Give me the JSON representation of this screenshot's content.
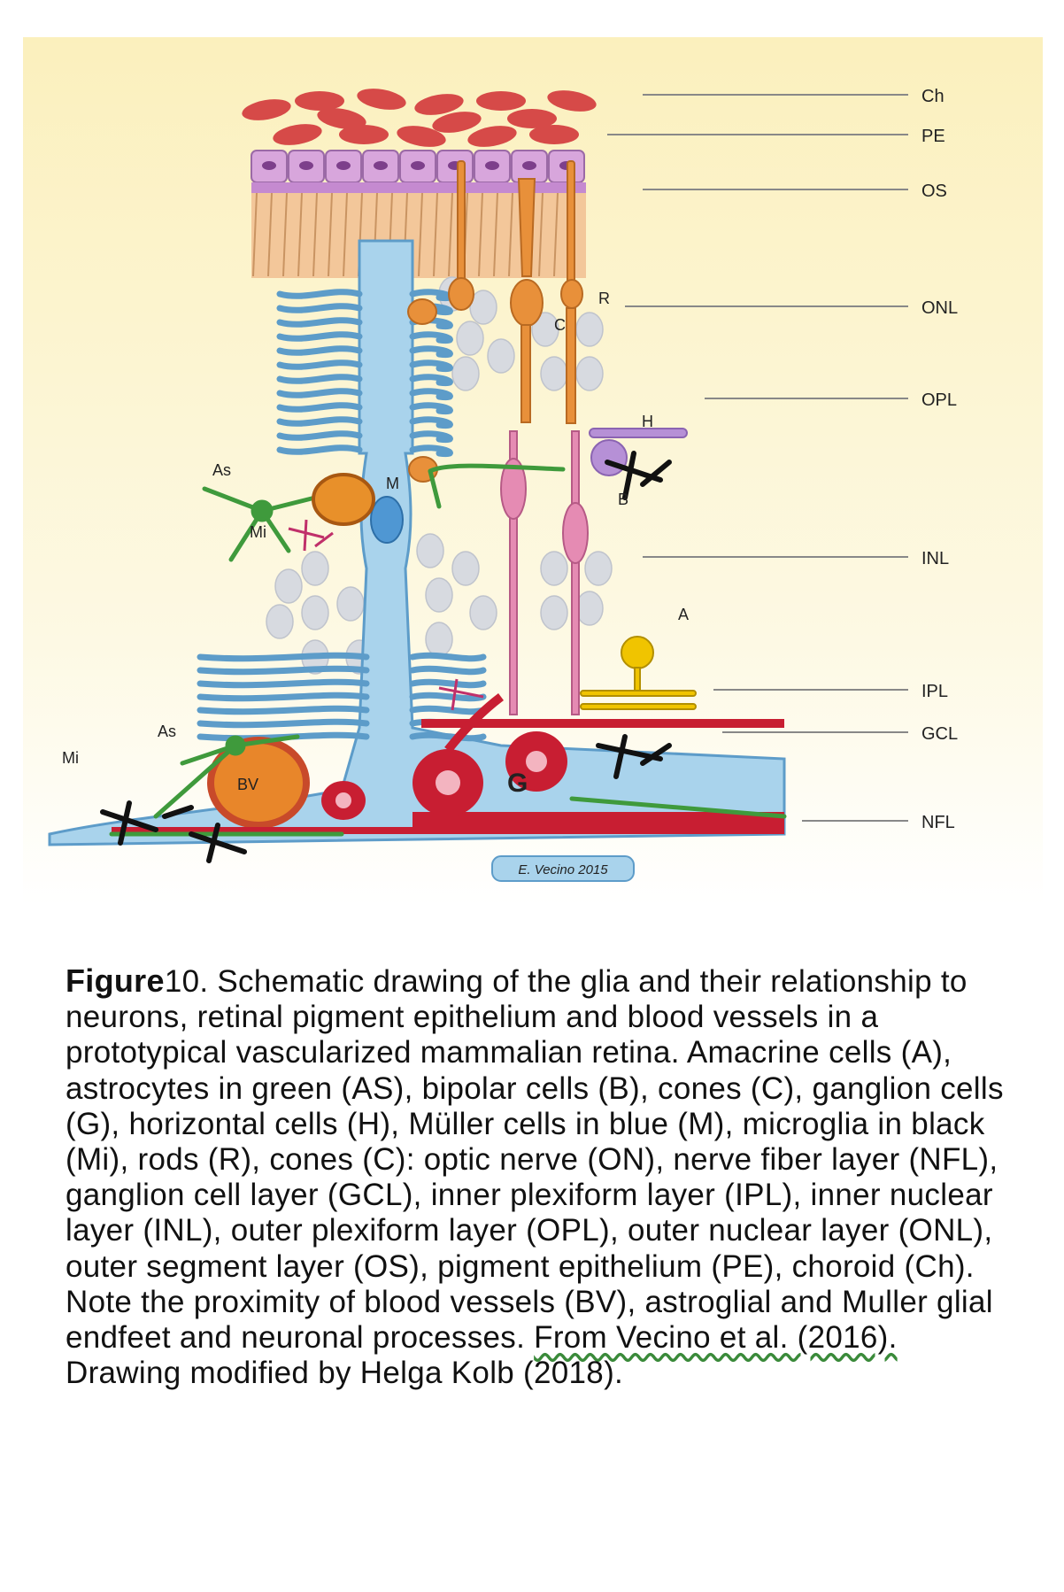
{
  "layer_labels": [
    {
      "id": "ch",
      "text": "Ch"
    },
    {
      "id": "pe",
      "text": "PE"
    },
    {
      "id": "os",
      "text": "OS"
    },
    {
      "id": "onl",
      "text": "ONL"
    },
    {
      "id": "opl",
      "text": "OPL"
    },
    {
      "id": "inl",
      "text": "INL"
    },
    {
      "id": "ipl",
      "text": "IPL"
    },
    {
      "id": "gcl",
      "text": "GCL"
    },
    {
      "id": "nfl",
      "text": "NFL"
    }
  ],
  "cell_labels": {
    "r": "R",
    "c": "C",
    "h": "H",
    "as_top": "As",
    "mi_top": "Mi",
    "m": "M",
    "b": "B",
    "a": "A",
    "as_bottom": "As",
    "mi_bottom": "Mi",
    "bv": "BV",
    "g": "G"
  },
  "signature": "E. Vecino 2015",
  "caption": {
    "label": "Figure",
    "number": "10.",
    "text": " Schematic drawing of the glia and their relationship to neurons, retinal pigment epithelium and blood vessels in a prototypical vascularized mammalian retina. Amacrine cells (A), astrocytes in green (AS), bipolar cells (B), cones (C), ganglion cells (G), horizontal cells (H), Müller cells in blue (M), microglia in black (Mi), rods (R), cones (C): optic nerve (ON), nerve fiber layer (NFL), ganglion cell layer (GCL), inner plexiform layer (IPL), inner nuclear layer (INL), outer plexiform layer (OPL), outer nuclear layer (ONL), outer segment layer (OS), pigment epithelium (PE), choroid (Ch). Note the proximity of blood vessels (BV), astroglial and Muller glial endfeet and neuronal processes. ",
    "source": "From Vecino et al. (2016).",
    "tail": " Drawing modified by Helga Kolb (2018)."
  },
  "colors": {
    "background_top": "#fbf3c6",
    "muller": "#a9d3ec",
    "muller_stroke": "#5d9cc9",
    "choroid": "#d64a48",
    "pigment_epithelium": "#d8a6dc",
    "outer_segments": "#f3c79a",
    "cone_rod": "#e8903a",
    "bipolar": "#e58bb3",
    "horizontal": "#b690d6",
    "astrocyte": "#3f9a3c",
    "microglia": "#111111",
    "amacrine": "#f0c400",
    "ganglion": "#c81e32",
    "blood_vessel": "#e8862a",
    "nuclei": "#d7dae0"
  }
}
